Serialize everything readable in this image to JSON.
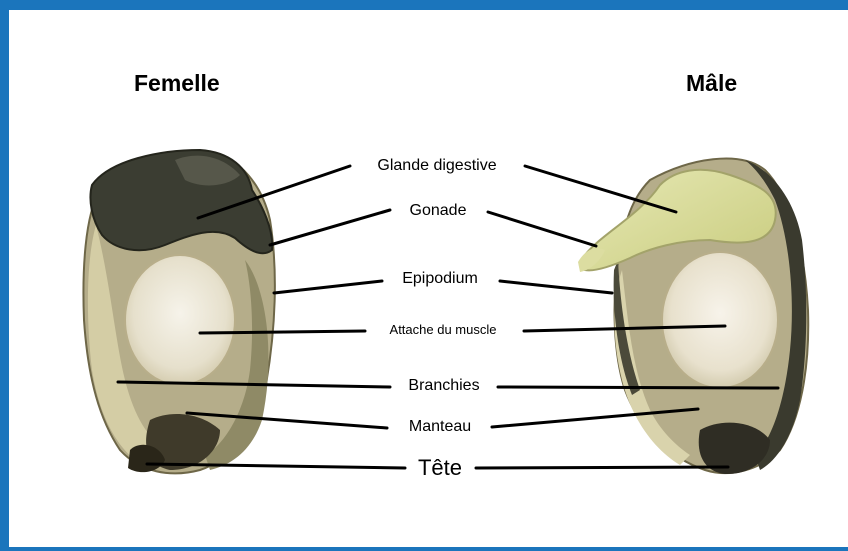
{
  "titles": {
    "female": "Femelle",
    "male": "Mâle"
  },
  "labels": {
    "glande": "Glande digestive",
    "gonade": "Gonade",
    "epipodium": "Epipodium",
    "attache": "Attache du muscle",
    "branchies": "Branchies",
    "manteau": "Manteau",
    "tete": "Tête"
  },
  "colors": {
    "frame": "#1b75bc",
    "leader_line": "#000000"
  }
}
